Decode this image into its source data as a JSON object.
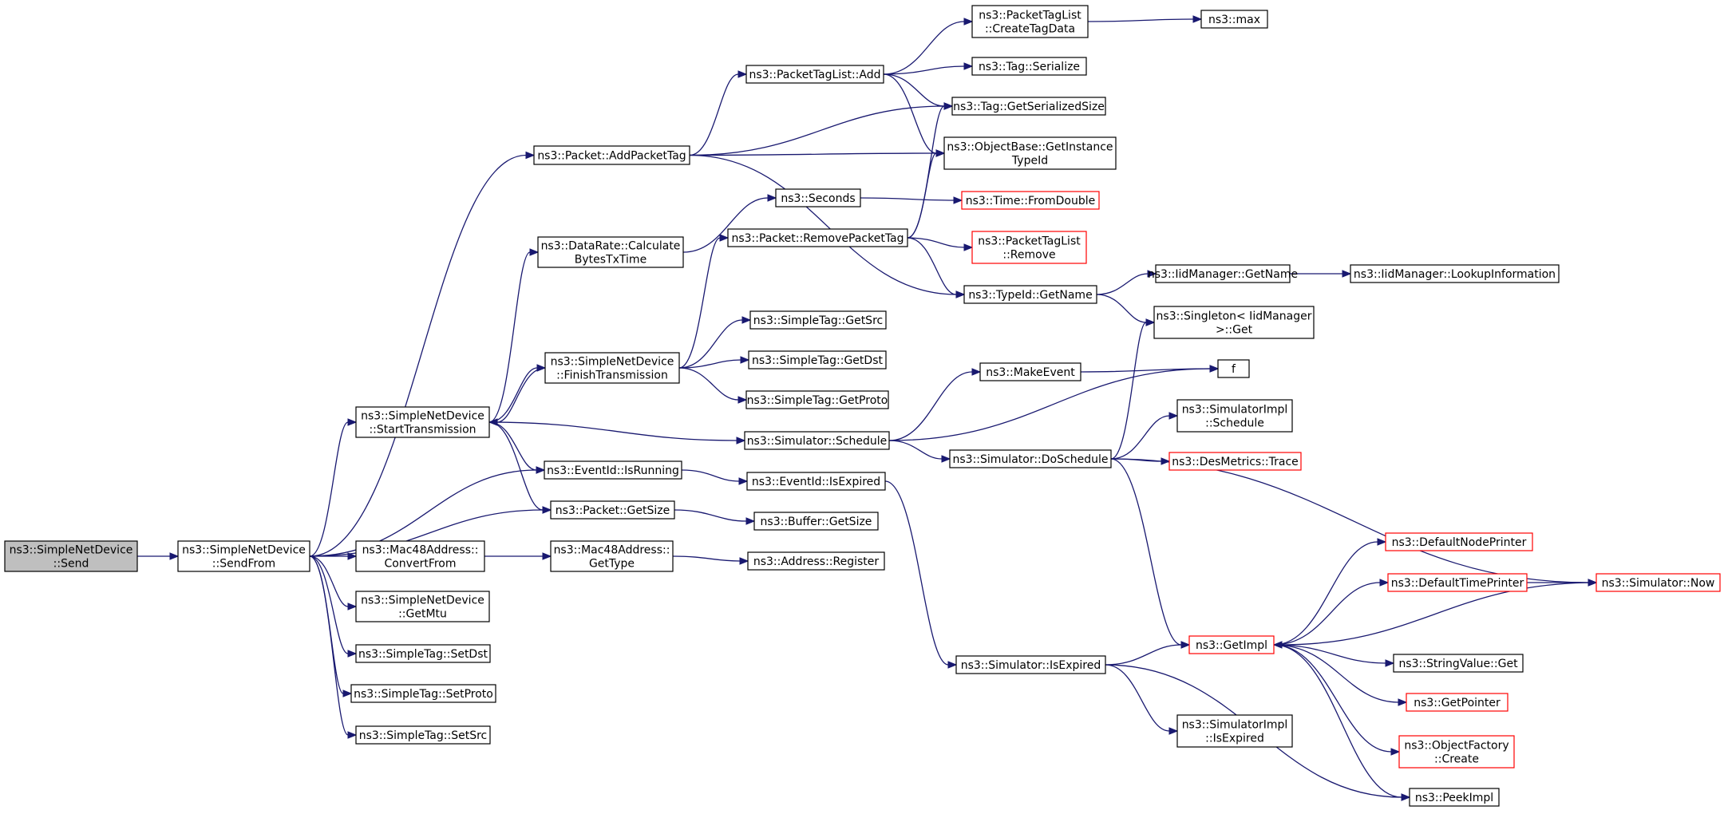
{
  "graph": {
    "nodes": [
      {
        "id": "send",
        "lines": [
          "ns3::SimpleNetDevice",
          "::Send"
        ],
        "root": true
      },
      {
        "id": "sendfrom",
        "lines": [
          "ns3::SimpleNetDevice",
          "::SendFrom"
        ]
      },
      {
        "id": "addpackettag",
        "lines": [
          "ns3::Packet::AddPacketTag"
        ]
      },
      {
        "id": "calcbytes",
        "lines": [
          "ns3::DataRate::Calculate",
          "BytesTxTime"
        ]
      },
      {
        "id": "starttx",
        "lines": [
          "ns3::SimpleNetDevice",
          "::StartTransmission"
        ]
      },
      {
        "id": "finishtx",
        "lines": [
          "ns3::SimpleNetDevice",
          "::FinishTransmission"
        ]
      },
      {
        "id": "isrunning",
        "lines": [
          "ns3::EventId::IsRunning"
        ]
      },
      {
        "id": "getsize",
        "lines": [
          "ns3::Packet::GetSize"
        ]
      },
      {
        "id": "convertfrom",
        "lines": [
          "ns3::Mac48Address::",
          "ConvertFrom"
        ]
      },
      {
        "id": "getmtu",
        "lines": [
          "ns3::SimpleNetDevice",
          "::GetMtu"
        ]
      },
      {
        "id": "setdst",
        "lines": [
          "ns3::SimpleTag::SetDst"
        ]
      },
      {
        "id": "setproto",
        "lines": [
          "ns3::SimpleTag::SetProto"
        ]
      },
      {
        "id": "setsrc",
        "lines": [
          "ns3::SimpleTag::SetSrc"
        ]
      },
      {
        "id": "mac48gettype",
        "lines": [
          "ns3::Mac48Address::",
          "GetType"
        ]
      },
      {
        "id": "ptladd",
        "lines": [
          "ns3::PacketTagList::Add"
        ]
      },
      {
        "id": "seconds",
        "lines": [
          "ns3::Seconds"
        ]
      },
      {
        "id": "removepackettag",
        "lines": [
          "ns3::Packet::RemovePacketTag"
        ]
      },
      {
        "id": "getsrc",
        "lines": [
          "ns3::SimpleTag::GetSrc"
        ]
      },
      {
        "id": "getdst",
        "lines": [
          "ns3::SimpleTag::GetDst"
        ]
      },
      {
        "id": "getproto",
        "lines": [
          "ns3::SimpleTag::GetProto"
        ]
      },
      {
        "id": "schedule",
        "lines": [
          "ns3::Simulator::Schedule"
        ]
      },
      {
        "id": "isexpired",
        "lines": [
          "ns3::EventId::IsExpired"
        ]
      },
      {
        "id": "buffergetsize",
        "lines": [
          "ns3::Buffer::GetSize"
        ]
      },
      {
        "id": "addrregister",
        "lines": [
          "ns3::Address::Register"
        ]
      },
      {
        "id": "createtagdata",
        "lines": [
          "ns3::PacketTagList",
          "::CreateTagData"
        ]
      },
      {
        "id": "tagserialize",
        "lines": [
          "ns3::Tag::Serialize"
        ]
      },
      {
        "id": "taggetsersize",
        "lines": [
          "ns3::Tag::GetSerializedSize"
        ]
      },
      {
        "id": "getinstancetypeid",
        "lines": [
          "ns3::ObjectBase::GetInstance",
          "TypeId"
        ]
      },
      {
        "id": "timefromdouble",
        "lines": [
          "ns3::Time::FromDouble"
        ],
        "truncated": true
      },
      {
        "id": "ptlremove",
        "lines": [
          "ns3::PacketTagList",
          "::Remove"
        ],
        "truncated": true
      },
      {
        "id": "typeidgetname",
        "lines": [
          "ns3::TypeId::GetName"
        ]
      },
      {
        "id": "makeevent",
        "lines": [
          "ns3::MakeEvent"
        ]
      },
      {
        "id": "doschedule",
        "lines": [
          "ns3::Simulator::DoSchedule"
        ]
      },
      {
        "id": "simisexpired",
        "lines": [
          "ns3::Simulator::IsExpired"
        ]
      },
      {
        "id": "max",
        "lines": [
          "ns3::max"
        ]
      },
      {
        "id": "iidgetname",
        "lines": [
          "ns3::IidManager::GetName"
        ]
      },
      {
        "id": "singletonget",
        "lines": [
          "ns3::Singleton< IidManager",
          " >::Get"
        ]
      },
      {
        "id": "f",
        "lines": [
          "f"
        ]
      },
      {
        "id": "simimplschedule",
        "lines": [
          "ns3::SimulatorImpl",
          "::Schedule"
        ]
      },
      {
        "id": "desmetricstrace",
        "lines": [
          "ns3::DesMetrics::Trace"
        ],
        "truncated": true
      },
      {
        "id": "getimpl",
        "lines": [
          "ns3::GetImpl"
        ],
        "truncated": true
      },
      {
        "id": "simimplisexpired",
        "lines": [
          "ns3::SimulatorImpl",
          "::IsExpired"
        ]
      },
      {
        "id": "lookupinfo",
        "lines": [
          "ns3::IidManager::LookupInformation"
        ]
      },
      {
        "id": "defaultnodeprinter",
        "lines": [
          "ns3::DefaultNodePrinter"
        ],
        "truncated": true
      },
      {
        "id": "defaulttimeprinter",
        "lines": [
          "ns3::DefaultTimePrinter"
        ],
        "truncated": true
      },
      {
        "id": "stringvalueget",
        "lines": [
          "ns3::StringValue::Get"
        ]
      },
      {
        "id": "getpointer",
        "lines": [
          "ns3::GetPointer"
        ],
        "truncated": true
      },
      {
        "id": "objfactorycreate",
        "lines": [
          "ns3::ObjectFactory",
          "::Create"
        ],
        "truncated": true
      },
      {
        "id": "peekimpl",
        "lines": [
          "ns3::PeekImpl"
        ]
      },
      {
        "id": "simnow",
        "lines": [
          "ns3::Simulator::Now"
        ],
        "truncated": true
      }
    ],
    "edges": [
      [
        "send",
        "sendfrom"
      ],
      [
        "sendfrom",
        "addpackettag"
      ],
      [
        "sendfrom",
        "starttx"
      ],
      [
        "sendfrom",
        "isrunning"
      ],
      [
        "sendfrom",
        "getsize"
      ],
      [
        "sendfrom",
        "convertfrom"
      ],
      [
        "sendfrom",
        "getmtu"
      ],
      [
        "sendfrom",
        "setdst"
      ],
      [
        "sendfrom",
        "setproto"
      ],
      [
        "sendfrom",
        "setsrc"
      ],
      [
        "addpackettag",
        "ptladd"
      ],
      [
        "addpackettag",
        "taggetsersize"
      ],
      [
        "addpackettag",
        "getinstancetypeid"
      ],
      [
        "addpackettag",
        "typeidgetname"
      ],
      [
        "starttx",
        "calcbytes"
      ],
      [
        "starttx",
        "finishtx"
      ],
      [
        "starttx",
        "schedule"
      ],
      [
        "starttx",
        "isrunning"
      ],
      [
        "starttx",
        "getsize"
      ],
      [
        "finishtx",
        "starttx"
      ],
      [
        "finishtx",
        "removepackettag"
      ],
      [
        "finishtx",
        "getsrc"
      ],
      [
        "finishtx",
        "getdst"
      ],
      [
        "finishtx",
        "getproto"
      ],
      [
        "calcbytes",
        "seconds"
      ],
      [
        "isrunning",
        "isexpired"
      ],
      [
        "getsize",
        "buffergetsize"
      ],
      [
        "convertfrom",
        "mac48gettype"
      ],
      [
        "mac48gettype",
        "addrregister"
      ],
      [
        "ptladd",
        "createtagdata"
      ],
      [
        "ptladd",
        "tagserialize"
      ],
      [
        "ptladd",
        "taggetsersize"
      ],
      [
        "ptladd",
        "getinstancetypeid"
      ],
      [
        "seconds",
        "timefromdouble"
      ],
      [
        "removepackettag",
        "ptlremove"
      ],
      [
        "removepackettag",
        "taggetsersize"
      ],
      [
        "removepackettag",
        "getinstancetypeid"
      ],
      [
        "removepackettag",
        "typeidgetname"
      ],
      [
        "schedule",
        "makeevent"
      ],
      [
        "schedule",
        "doschedule"
      ],
      [
        "schedule",
        "f"
      ],
      [
        "isexpired",
        "simisexpired"
      ],
      [
        "createtagdata",
        "max"
      ],
      [
        "typeidgetname",
        "iidgetname"
      ],
      [
        "typeidgetname",
        "singletonget"
      ],
      [
        "makeevent",
        "f"
      ],
      [
        "doschedule",
        "singletonget"
      ],
      [
        "doschedule",
        "simimplschedule"
      ],
      [
        "doschedule",
        "desmetricstrace"
      ],
      [
        "doschedule",
        "getimpl"
      ],
      [
        "doschedule",
        "simnow"
      ],
      [
        "simisexpired",
        "getimpl"
      ],
      [
        "simisexpired",
        "simimplisexpired"
      ],
      [
        "simisexpired",
        "peekimpl"
      ],
      [
        "iidgetname",
        "lookupinfo"
      ],
      [
        "getimpl",
        "defaultnodeprinter"
      ],
      [
        "getimpl",
        "defaulttimeprinter"
      ],
      [
        "getimpl",
        "stringvalueget"
      ],
      [
        "getimpl",
        "getpointer"
      ],
      [
        "getimpl",
        "objfactorycreate"
      ],
      [
        "getimpl",
        "peekimpl"
      ],
      [
        "defaulttimeprinter",
        "simnow"
      ],
      [
        "simnow",
        "getimpl"
      ]
    ]
  }
}
